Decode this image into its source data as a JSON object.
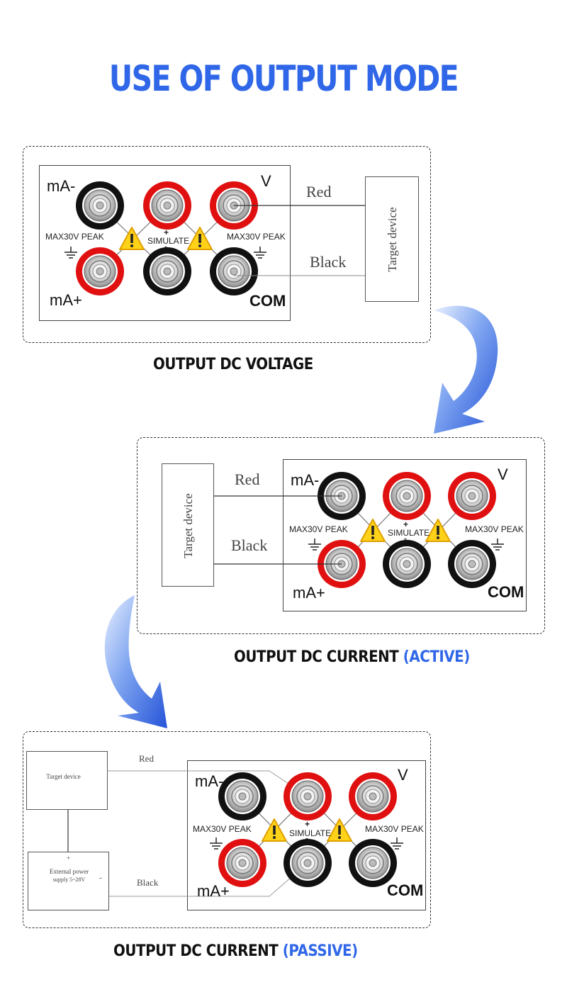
{
  "title": "USE OF OUTPUT MODE",
  "terminal_labels": {
    "ma_minus": "mA-",
    "ma_plus": "mA+",
    "v": "V",
    "com": "COM",
    "max_peak": "MAX30V PEAK",
    "simulate": "SIMULATE",
    "plus": "+",
    "minus": "-"
  },
  "wires": {
    "red": "Red",
    "black": "Black"
  },
  "target_device": "Target device",
  "external_power": {
    "line1": "External power",
    "line2": "supply 5~28V",
    "plus": "+",
    "minus": "-"
  },
  "captions": {
    "voltage": "OUTPUT DC VOLTAGE",
    "current_active_main": "OUTPUT DC CURRENT",
    "current_active_tag": "(ACTIVE)",
    "current_passive_main": "OUTPUT DC CURRENT",
    "current_passive_tag": "(PASSIVE)"
  },
  "colors": {
    "accent_blue": "#2f67e8",
    "jack_red": "#e01010",
    "jack_black": "#111111",
    "warning_yellow": "#ffd21a"
  }
}
